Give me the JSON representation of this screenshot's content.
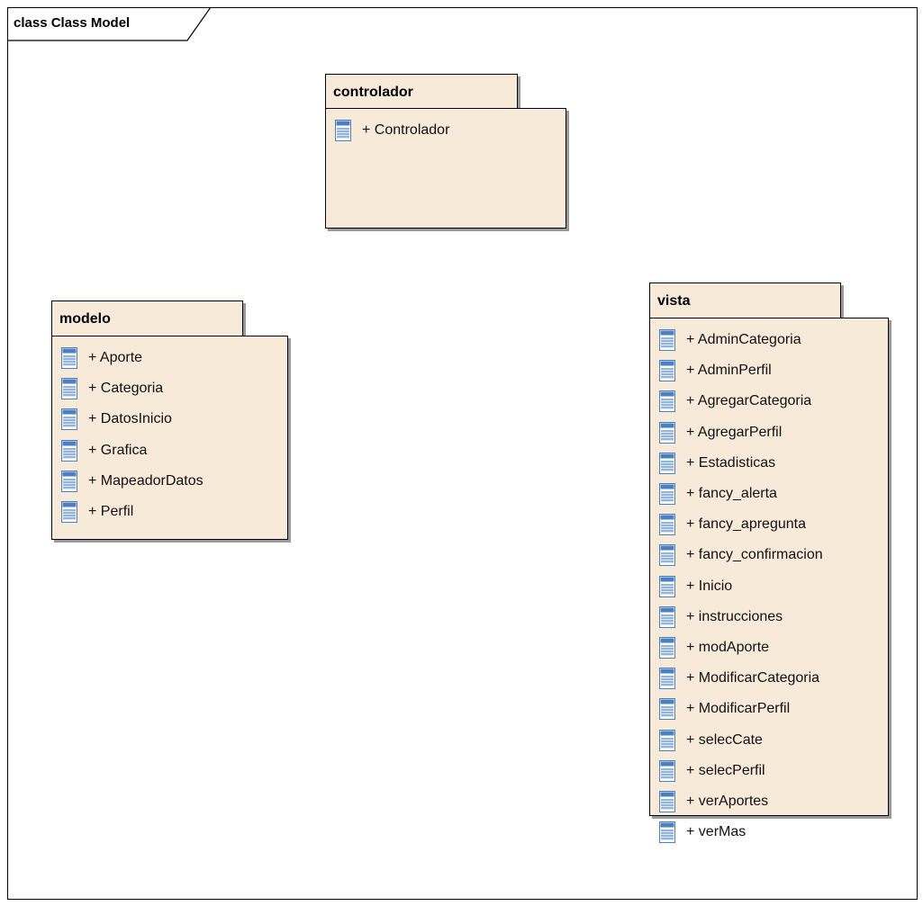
{
  "frame": {
    "title": "class Class Model"
  },
  "packages": {
    "controlador": {
      "name": "controlador",
      "items": [
        "+ Controlador"
      ]
    },
    "modelo": {
      "name": "modelo",
      "items": [
        "+ Aporte",
        "+ Categoria",
        "+ DatosInicio",
        "+ Grafica",
        "+ MapeadorDatos",
        "+ Perfil"
      ]
    },
    "vista": {
      "name": "vista",
      "items": [
        "+ AdminCategoria",
        "+ AdminPerfil",
        "+ AgregarCategoria",
        "+ AgregarPerfil",
        "+ Estadisticas",
        "+ fancy_alerta",
        "+ fancy_apregunta",
        "+ fancy_confirmacion",
        "+ Inicio",
        "+ instrucciones",
        "+ modAporte",
        "+ ModificarCategoria",
        "+ ModificarPerfil",
        "+ selecCate",
        "+ selecPerfil",
        "+ verAportes",
        "+ verMas"
      ]
    }
  },
  "colors": {
    "package_fill": "#f7ead8",
    "icon_blue": "#4a7fc0"
  },
  "icon": "class-icon"
}
